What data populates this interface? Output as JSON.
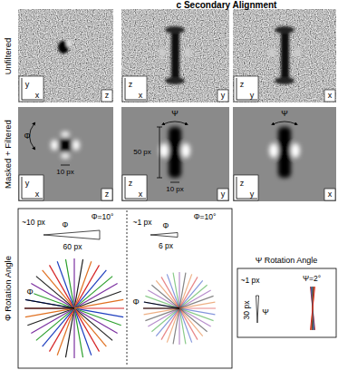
{
  "diagram": {
    "title": "c Secondary Alignment",
    "labels": [
      "Unfiltered",
      "y",
      "x",
      "z",
      "z",
      "x",
      "y",
      "z",
      "y",
      "x",
      "Masked + Filtered",
      "y",
      "x",
      "z",
      "Φ",
      "10 px",
      "z",
      "x",
      "y",
      "Ψ",
      "50 px",
      "10 px",
      "z",
      "y",
      "x",
      "Ψ",
      "Φ Rotation Angle",
      "~10 px",
      "Φ",
      "60 px",
      "Φ=10°",
      "Φ",
      "~1 px",
      "Φ",
      "6 px",
      "Φ=10°",
      "Φ",
      "Ψ Rotation Angle",
      "~1 px",
      "30 px",
      "Ψ",
      "Ψ=2°"
    ]
  }
}
